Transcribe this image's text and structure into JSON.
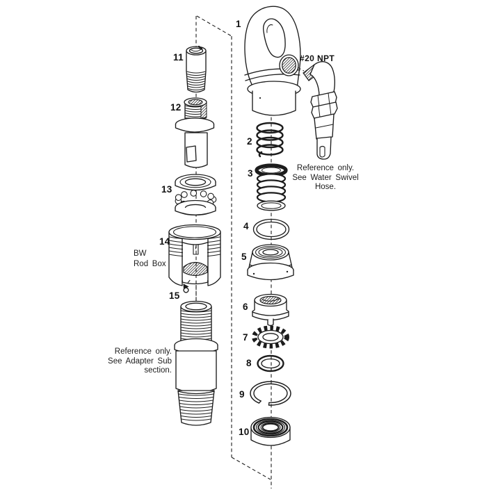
{
  "page": {
    "background_color": "#ffffff",
    "ink_color": "#1c1c1c"
  },
  "diagram": {
    "part_labels": [
      "1",
      "2",
      "3",
      "4",
      "5",
      "6",
      "7",
      "8",
      "9",
      "10",
      "11",
      "12",
      "13",
      "14",
      "15"
    ],
    "annotations": {
      "npt_label": "#20 NPT",
      "water_swivel_note_line1": "Reference only.",
      "water_swivel_note_line2": "See Water Swivel",
      "water_swivel_note_line3": "Hose.",
      "rod_box_note_line1": "BW",
      "rod_box_note_line2": "Rod Box",
      "adapter_note_line1": "Reference only.",
      "adapter_note_line2": "See Adapter Sub",
      "adapter_note_line3": "section."
    }
  }
}
